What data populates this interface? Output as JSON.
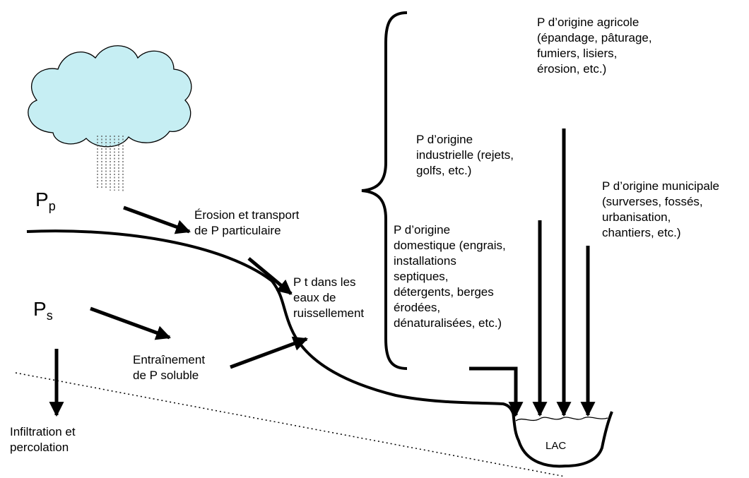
{
  "symbols": {
    "p_particulate": {
      "main": "P",
      "sub": "p"
    },
    "p_soluble": {
      "main": "P",
      "sub": "s"
    }
  },
  "labels": {
    "erosion": "Érosion et transport\nde P particulaire",
    "runoff": "P t dans les\neaux de\nruissellement",
    "soluble": "Entraînement\nde P soluble",
    "infiltration": "Infiltration et\npercolation",
    "lake": "LAC"
  },
  "sources": {
    "agricole": "P d’origine agricole\n(épandage, pâturage,\nfumiers, lisiers,\nérosion, etc.)",
    "industrielle": "P d’origine\nindustrielle (rejets,\ngolfs, etc.)",
    "municipale": "P d’origine municipale\n(surverses, fossés,\nurbanisation,\nchantiers, etc.)",
    "domestique": "P d’origine\ndomestique (engrais,\ninstallations\nseptiques,\ndétergents, berges\nérodées,\ndénaturalisées, etc.)"
  },
  "colors": {
    "cloud_fill": "#c6eef3",
    "ink": "#000000",
    "rain": "#555555"
  }
}
